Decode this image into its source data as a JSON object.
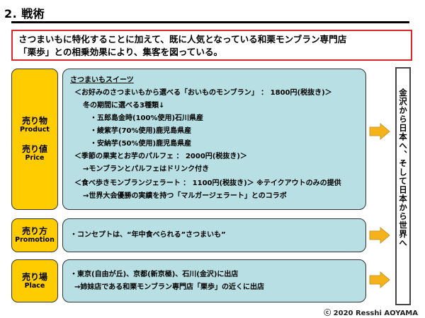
{
  "header": {
    "title": "2. 戦術"
  },
  "summary": {
    "line1": "さつまいもに特化することに加えて、既に人気となっている和栗モンブラン専門店",
    "line2": "「栗歩」との相乗効果により、集客を図っている。"
  },
  "rows": [
    {
      "labels": [
        {
          "jp": "売り物",
          "en": "Product"
        },
        {
          "jp": "売り値",
          "en": "Price"
        }
      ],
      "lines": [
        "さつまいもスイーツ",
        "＜お好みのさつまいもから選べる「おいものモンブラン」 ：  1800円(税抜き)＞",
        "冬の期間に選べる3種類↓",
        "・五郎島金時(100%使用)石川県産",
        "・綾紫芋(70%使用)鹿児島県産",
        "・安納芋(50%使用)鹿児島県産",
        "＜季節の果実とお芋のパルフェ  ：  2000円(税抜き)＞",
        "→モンブランとパルフェはドリンク付き",
        "＜食べ歩きモンブランジェラート  ：  1100円(税抜き)＞  ※テイクアウトのみの提供",
        "→世界大会優勝の実績を持つ「マルガージェラート」とのコラボ"
      ]
    },
    {
      "labels": [
        {
          "jp": "売り方",
          "en": "Promotion"
        }
      ],
      "lines": [
        "・コンセプトは、“年中食べられる”さつまいも”"
      ]
    },
    {
      "labels": [
        {
          "jp": "売り場",
          "en": "Place"
        }
      ],
      "lines": [
        "・東京(自由が丘)、京都(新京極)、石川(金沢)に出店",
        "→姉妹店である和栗モンブラン専門店「栗歩」の近くに出店"
      ]
    }
  ],
  "side": {
    "vertical_text": "金沢から日本へ、そして日本から世界へ"
  },
  "footer": {
    "copyright": "ⓒ 2020 Resshi AOYAMA"
  },
  "colors": {
    "label_yellow": "#ffcc00",
    "content_blue": "#b8dfe3",
    "summary_border_red": "#d9262b",
    "arrow_orange": "#f5b21a"
  },
  "icons": {
    "arrow": "right-arrow-icon"
  }
}
